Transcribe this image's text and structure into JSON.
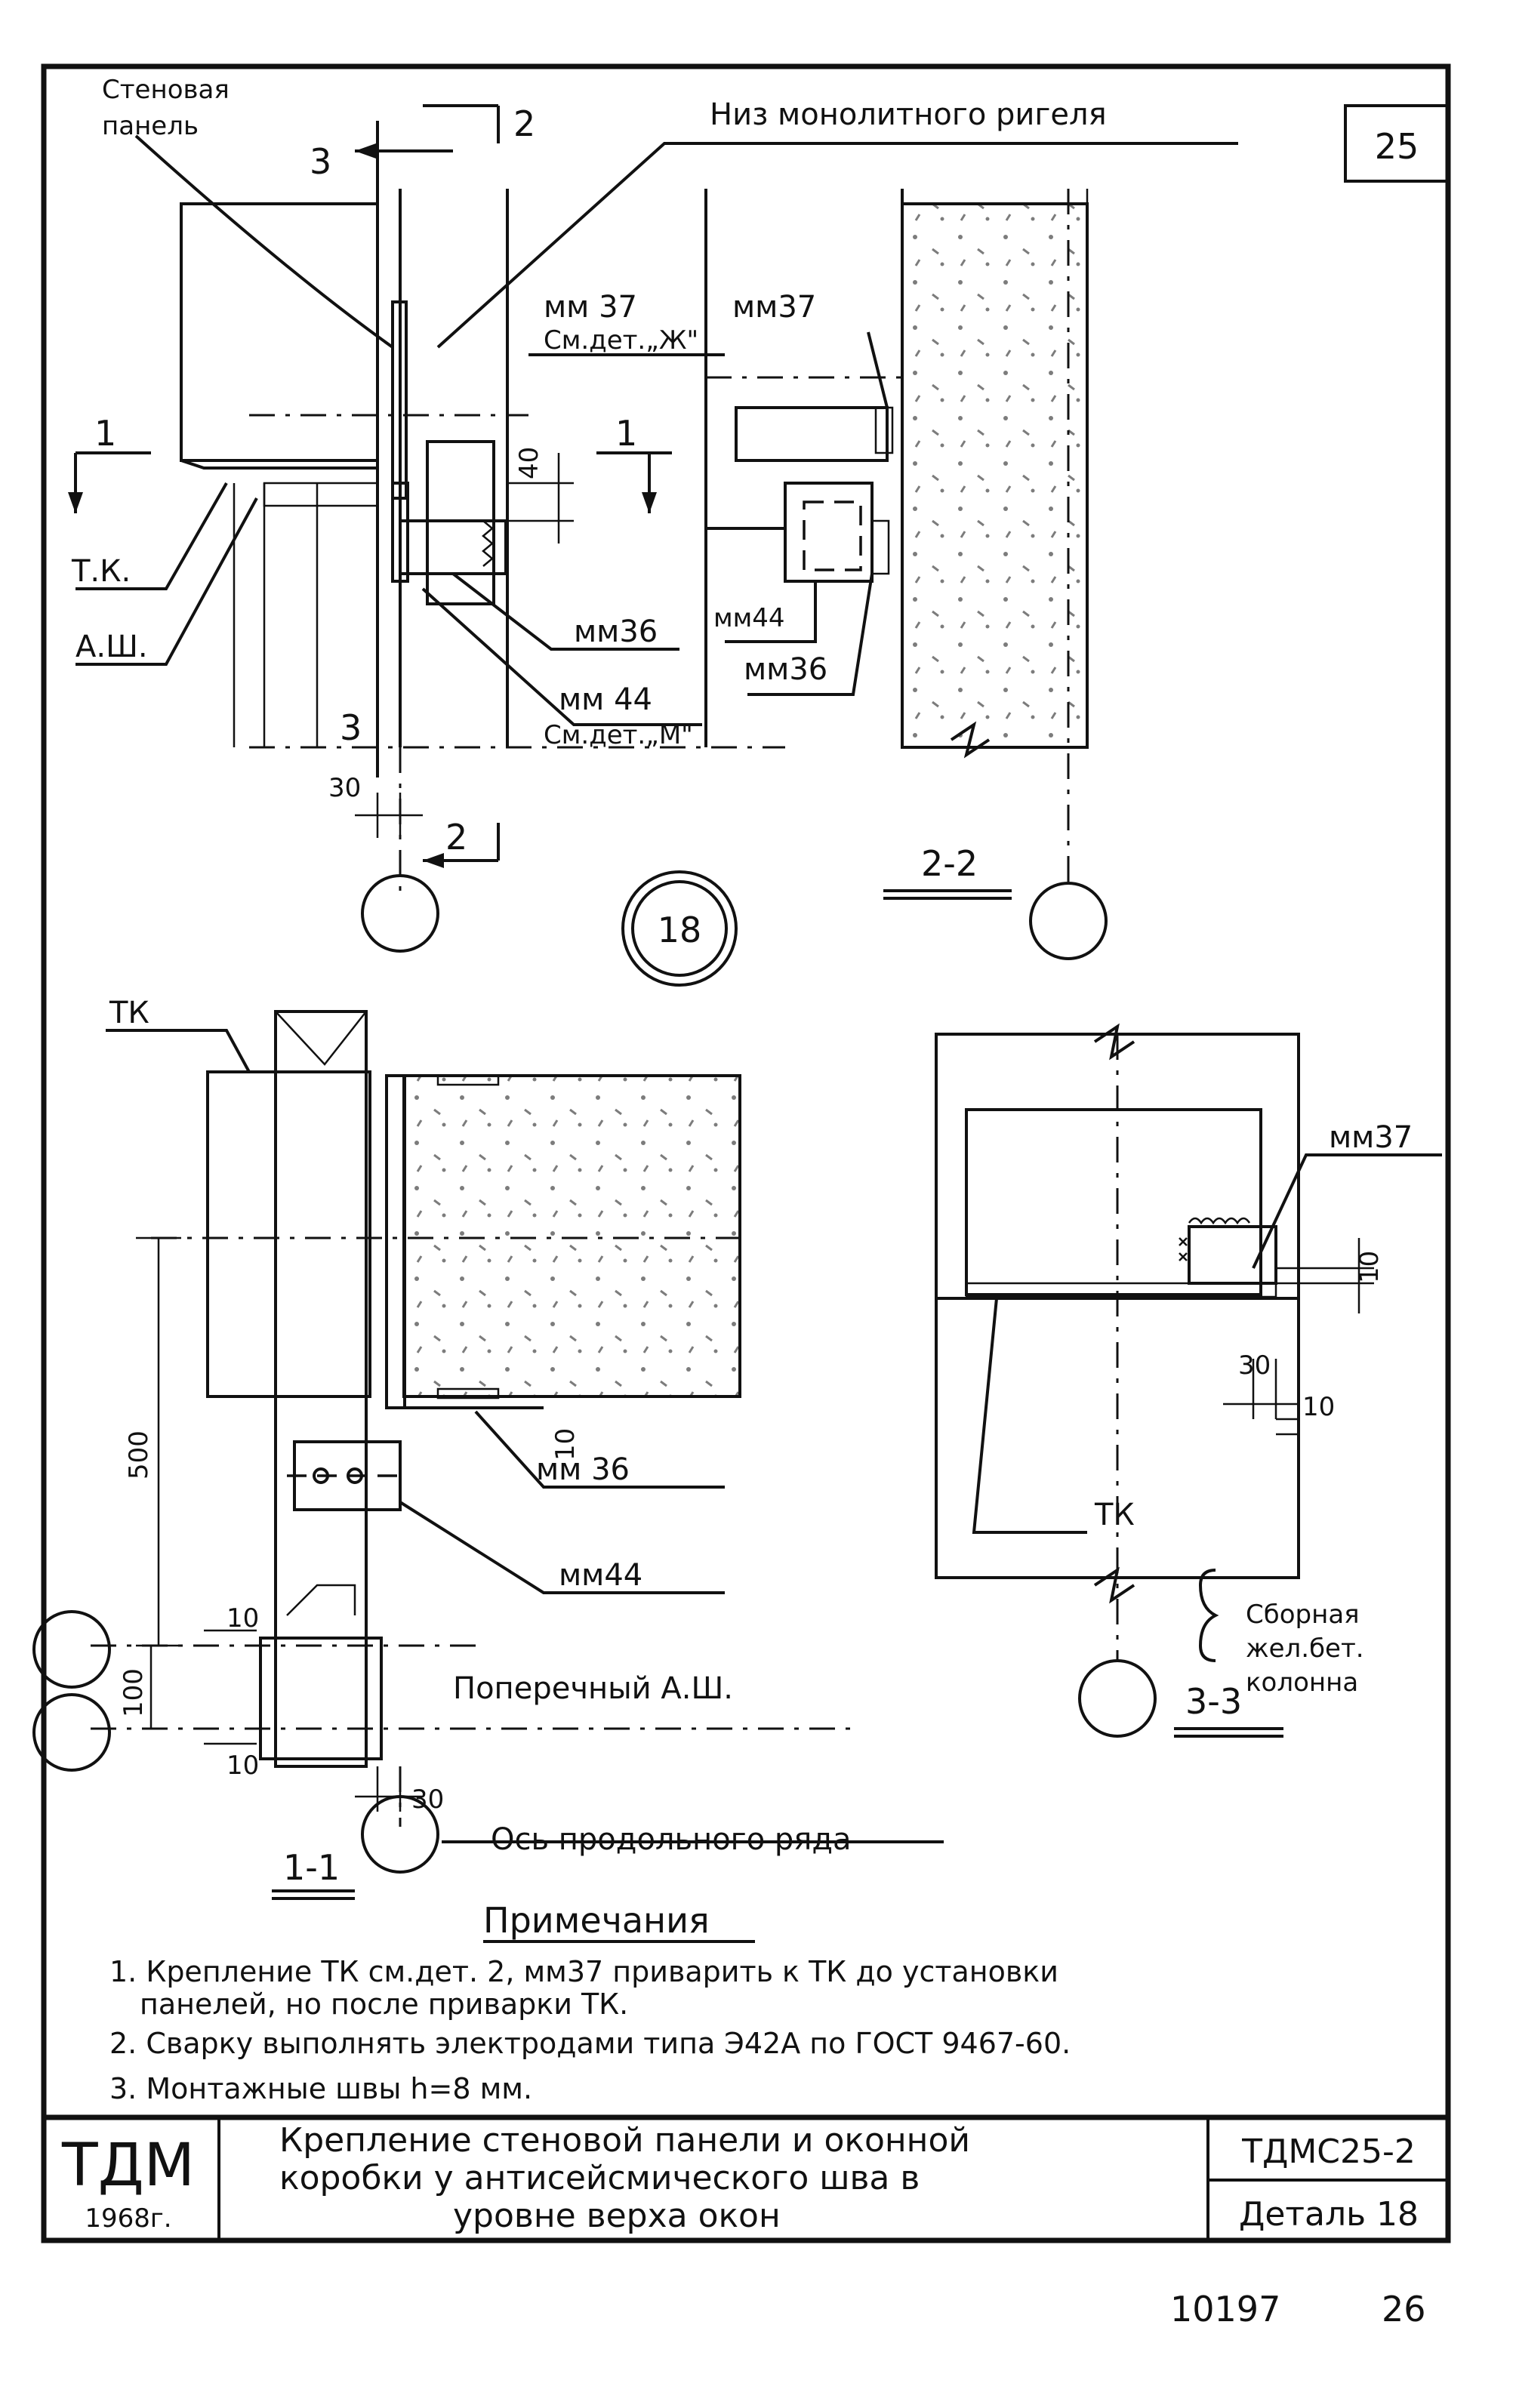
{
  "sheet": {
    "number": "25",
    "labels": {
      "wall_panel_1": "Стеновая",
      "wall_panel_2": "панель",
      "bottom_beam": "Низ монолитного ригеля",
      "mm37_a": "мм 37",
      "see_det_zh": "См.дет.„Ж\"",
      "mm37_b": "мм37",
      "mm36_a": "мм36",
      "mm44_a": "мм 44",
      "see_det_m": "См.дет.„М\"",
      "mm44_b": "мм44",
      "mm36_b": "мм36",
      "tk_a": "Т.К.",
      "ash_a": "А.Ш.",
      "dim_40": "40",
      "dim_30_a": "30",
      "cut_2_top": "2",
      "cut_2_bottom": "2",
      "cut_3_top": "3",
      "cut_3_bottom": "3",
      "cut_1_left": "1",
      "cut_1_right": "1",
      "detail_circle": "18",
      "section_2_2": "2-2",
      "tk_b": "ТК",
      "dim_500": "500",
      "mm36_c": "мм 36",
      "dim_10_b": "10",
      "mm44_c": "мм44",
      "dim_10_c": "10",
      "dim_100": "100",
      "dim_10_d": "10",
      "transverse_ash": "Поперечный А.Ш.",
      "dim_30_b": "30",
      "section_1_1": "1-1",
      "long_row_axis": "Ось продольного ряда",
      "mm37_c": "мм37",
      "dim_10_e": "10",
      "dim_30_c": "30",
      "dim_10_f": "10",
      "tk_c": "ТК",
      "precast_1": "Сборная",
      "precast_2": "жел.бет.",
      "precast_3": "колонна",
      "section_3_3": "3-3"
    },
    "notes": {
      "heading": "Примечания",
      "items": [
        "1. Крепление ТК см.дет. 2, мм37 приварить к ТК до установки",
        "панелей, но после приварки ТК.",
        "2. Сварку выполнять электродами типа Э42А по ГОСТ 9467-60.",
        "3. Монтажные швы h=8 мм."
      ]
    },
    "title_block": {
      "logo": "ТДМ",
      "year": "1968г.",
      "title_line1": "Крепление стеновой панели и оконной",
      "title_line2": "коробки у антисейсмического шва в",
      "title_line3": "уровне верха окон",
      "code": "ТДМС25-2",
      "detail": "Деталь 18"
    },
    "footer": {
      "archive": "10197",
      "page": "26"
    }
  }
}
